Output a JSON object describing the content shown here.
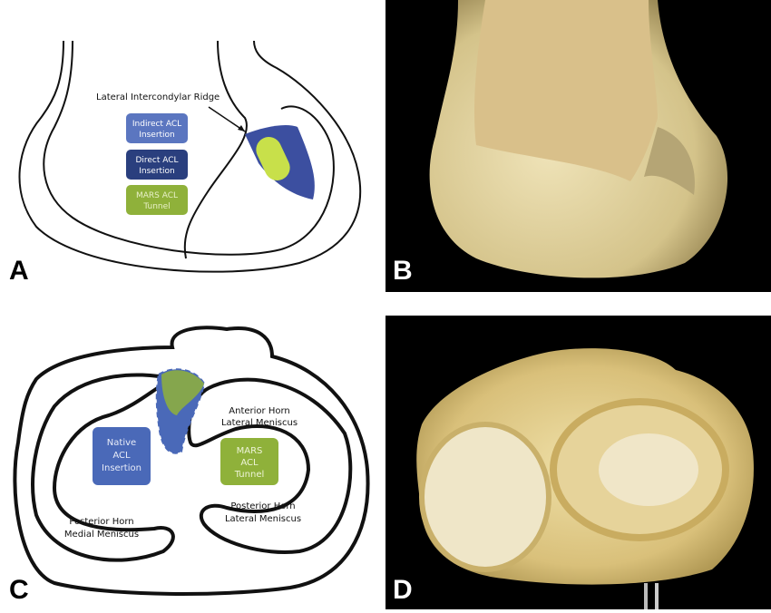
{
  "panel_a": {
    "label": "A",
    "ridge_label": "Lateral Intercondylar Ridge",
    "legend": [
      {
        "line1": "Indirect ACL",
        "line2": "Insertion",
        "color": "#5b76c0"
      },
      {
        "line1": "Direct ACL",
        "line2": "Insertion",
        "color": "#2a3f7e"
      },
      {
        "line1": "MARS ACL",
        "line2": "Tunnel",
        "color": "#8fb13a"
      }
    ]
  },
  "panel_b": {
    "label": "B"
  },
  "panel_c": {
    "label": "C",
    "native": {
      "line1": "Native",
      "line2": "ACL",
      "line3": "Insertion",
      "color": "#4a69b8"
    },
    "mars": {
      "line1": "MARS",
      "line2": "ACL",
      "line3": "Tunnel",
      "color": "#8fb13a"
    },
    "ant_lat": {
      "line1": "Anterior Horn",
      "line2": "Lateral Meniscus"
    },
    "post_lat": {
      "line1": "Posterior Horn",
      "line2": "Lateral Meniscus"
    },
    "post_med": {
      "line1": "Posterior Horn",
      "line2": "Medial Meniscus"
    }
  },
  "panel_d": {
    "label": "D"
  }
}
